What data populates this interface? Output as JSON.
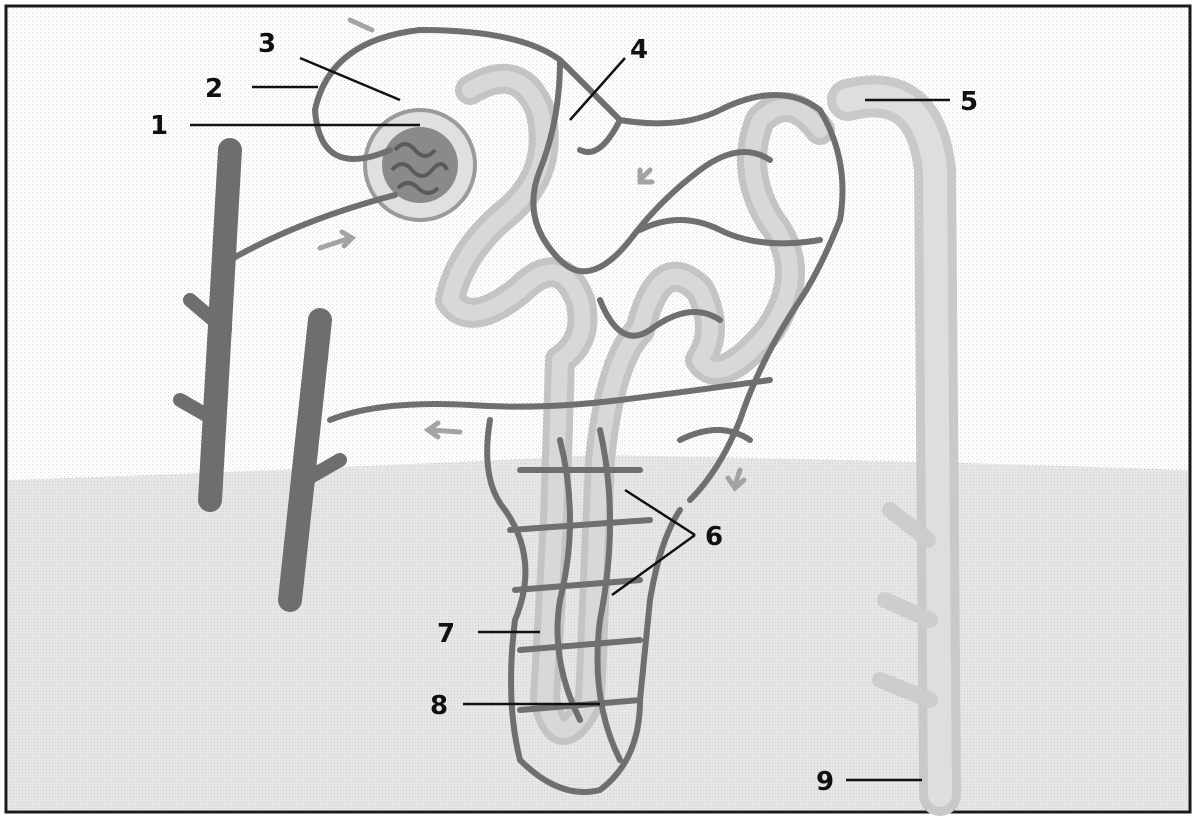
{
  "diagram": {
    "labels": {
      "l1": "1",
      "l2": "2",
      "l3": "3",
      "l4": "4",
      "l5": "5",
      "l6": "6",
      "l7": "7",
      "l8": "8",
      "l9": "9"
    },
    "colors": {
      "background": "#ffffff",
      "frame": "#1a1a1a",
      "medulla_shade": "#e4e4e4",
      "vessel": "#7d7d7d",
      "vessel_dark": "#5a5a5a",
      "tubule": "#c2c2c2",
      "collecting_duct": "#d6d6d6",
      "arrow": "#9a9a9a"
    }
  }
}
